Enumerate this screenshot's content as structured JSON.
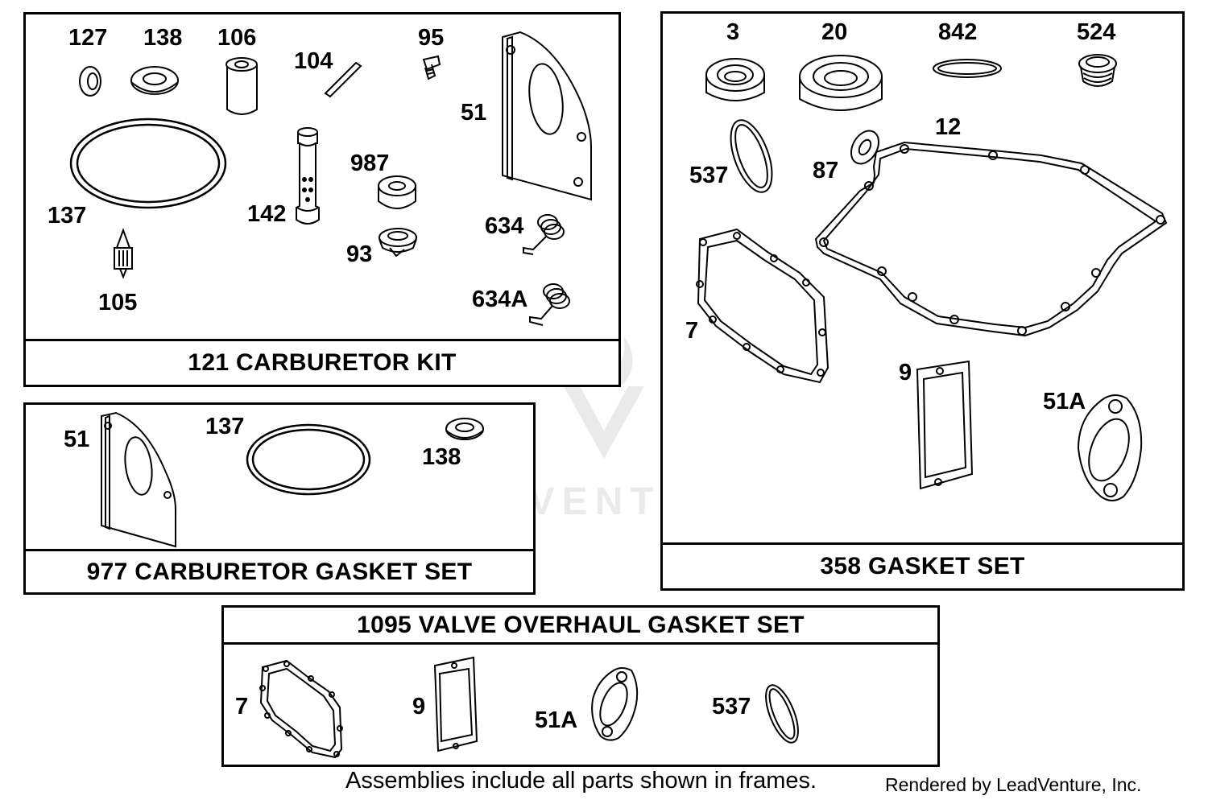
{
  "frames": {
    "carb_kit": {
      "title": "121 CARBURETOR KIT",
      "labels": {
        "p127": "127",
        "p138": "138",
        "p106": "106",
        "p104": "104",
        "p95": "95",
        "p51": "51",
        "p137": "137",
        "p142": "142",
        "p987": "987",
        "p93": "93",
        "p634": "634",
        "p634a": "634A",
        "p105": "105"
      }
    },
    "carb_gasket": {
      "title": "977 CARBURETOR GASKET SET",
      "labels": {
        "p51": "51",
        "p137": "137",
        "p138": "138"
      }
    },
    "gasket_set": {
      "title": "358 GASKET SET",
      "labels": {
        "p3": "3",
        "p20": "20",
        "p842": "842",
        "p524": "524",
        "p12": "12",
        "p537": "537",
        "p87": "87",
        "p7": "7",
        "p9": "9",
        "p51a": "51A"
      }
    },
    "valve_set": {
      "title": "1095 VALVE OVERHAUL GASKET SET",
      "labels": {
        "p7": "7",
        "p9": "9",
        "p51a": "51A",
        "p537": "537"
      }
    }
  },
  "footer": {
    "note": "Assemblies include all parts shown in frames.",
    "credit": "Rendered by LeadVenture, Inc."
  },
  "watermark": "LEADVENTURE"
}
